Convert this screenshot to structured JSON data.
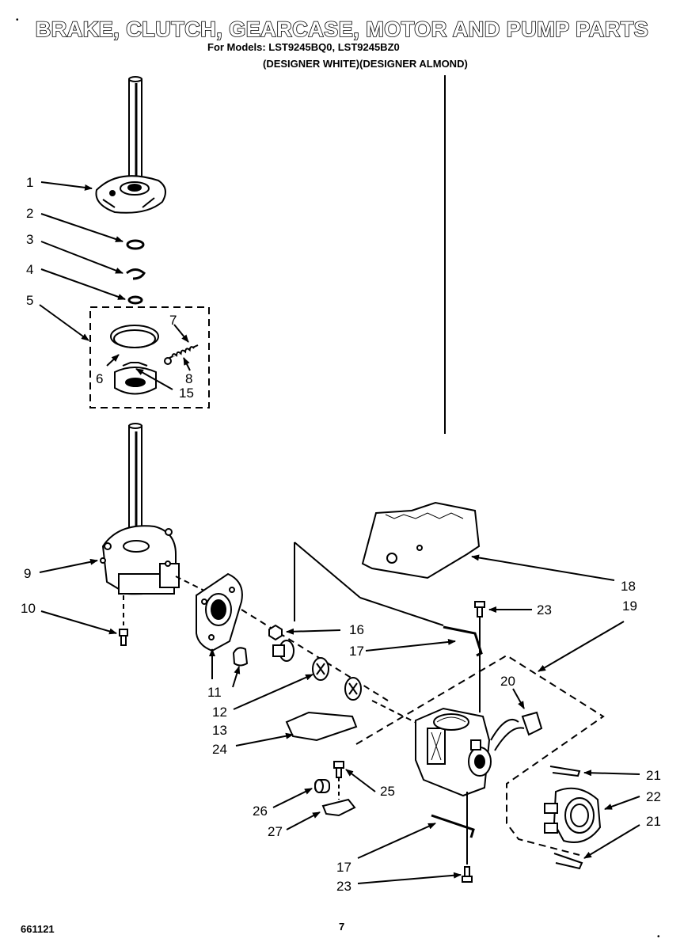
{
  "header": {
    "title": "BRAKE, CLUTCH, GEARCASE, MOTOR AND PUMP PARTS",
    "models": "For Models: LST9245BQ0, LST9245BZ0",
    "designer": "(DESIGNER WHITE)(DESIGNER ALMOND)"
  },
  "footer": {
    "part_number": "661121",
    "page_number": "7"
  },
  "callouts": [
    {
      "id": "c1",
      "label": "1"
    },
    {
      "id": "c2",
      "label": "2"
    },
    {
      "id": "c3",
      "label": "3"
    },
    {
      "id": "c4",
      "label": "4"
    },
    {
      "id": "c5",
      "label": "5"
    },
    {
      "id": "c6",
      "label": "6"
    },
    {
      "id": "c7",
      "label": "7"
    },
    {
      "id": "c8",
      "label": "8"
    },
    {
      "id": "c15",
      "label": "15"
    },
    {
      "id": "c9",
      "label": "9"
    },
    {
      "id": "c10",
      "label": "10"
    },
    {
      "id": "c16",
      "label": "16"
    },
    {
      "id": "c17a",
      "label": "17"
    },
    {
      "id": "c11",
      "label": "11"
    },
    {
      "id": "c12",
      "label": "12"
    },
    {
      "id": "c13",
      "label": "13"
    },
    {
      "id": "c24",
      "label": "24"
    },
    {
      "id": "c18",
      "label": "18"
    },
    {
      "id": "c23a",
      "label": "23"
    },
    {
      "id": "c19",
      "label": "19"
    },
    {
      "id": "c20",
      "label": "20"
    },
    {
      "id": "c21a",
      "label": "21"
    },
    {
      "id": "c22",
      "label": "22"
    },
    {
      "id": "c21b",
      "label": "21"
    },
    {
      "id": "c25",
      "label": "25"
    },
    {
      "id": "c26",
      "label": "26"
    },
    {
      "id": "c27",
      "label": "27"
    },
    {
      "id": "c17b",
      "label": "17"
    },
    {
      "id": "c23b",
      "label": "23"
    }
  ]
}
